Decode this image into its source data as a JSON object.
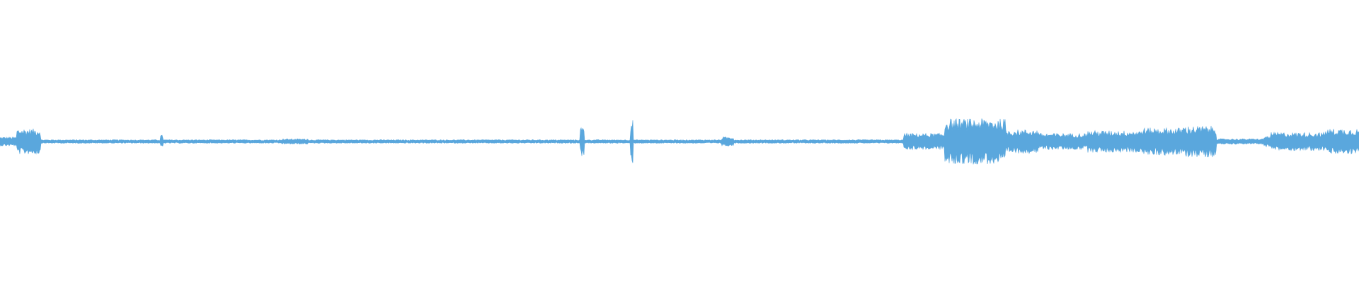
{
  "waveform": {
    "color": "#5aa7dd",
    "background": "#ffffff",
    "baseline_level": 0.015,
    "segments": [
      {
        "start": 0.0,
        "end": 0.012,
        "amplitude": 0.05
      },
      {
        "start": 0.012,
        "end": 0.03,
        "amplitude": 0.14
      },
      {
        "start": 0.03,
        "end": 0.118,
        "amplitude": 0.02
      },
      {
        "start": 0.118,
        "end": 0.12,
        "amplitude": 0.07
      },
      {
        "start": 0.12,
        "end": 0.207,
        "amplitude": 0.02
      },
      {
        "start": 0.207,
        "end": 0.227,
        "amplitude": 0.03
      },
      {
        "start": 0.227,
        "end": 0.427,
        "amplitude": 0.02
      },
      {
        "start": 0.427,
        "end": 0.43,
        "amplitude": 0.16
      },
      {
        "start": 0.43,
        "end": 0.464,
        "amplitude": 0.02
      },
      {
        "start": 0.464,
        "end": 0.466,
        "amplitude": 0.24
      },
      {
        "start": 0.466,
        "end": 0.531,
        "amplitude": 0.02
      },
      {
        "start": 0.531,
        "end": 0.54,
        "amplitude": 0.05
      },
      {
        "start": 0.54,
        "end": 0.665,
        "amplitude": 0.02
      },
      {
        "start": 0.665,
        "end": 0.695,
        "amplitude": 0.09
      },
      {
        "start": 0.695,
        "end": 0.74,
        "amplitude": 0.25
      },
      {
        "start": 0.74,
        "end": 0.765,
        "amplitude": 0.13
      },
      {
        "start": 0.765,
        "end": 0.8,
        "amplitude": 0.09
      },
      {
        "start": 0.8,
        "end": 0.84,
        "amplitude": 0.12
      },
      {
        "start": 0.84,
        "end": 0.87,
        "amplitude": 0.15
      },
      {
        "start": 0.87,
        "end": 0.895,
        "amplitude": 0.17
      },
      {
        "start": 0.895,
        "end": 0.93,
        "amplitude": 0.03
      },
      {
        "start": 0.93,
        "end": 0.935,
        "amplitude": 0.06
      },
      {
        "start": 0.935,
        "end": 0.975,
        "amplitude": 0.1
      },
      {
        "start": 0.975,
        "end": 1.0,
        "amplitude": 0.14
      }
    ]
  }
}
